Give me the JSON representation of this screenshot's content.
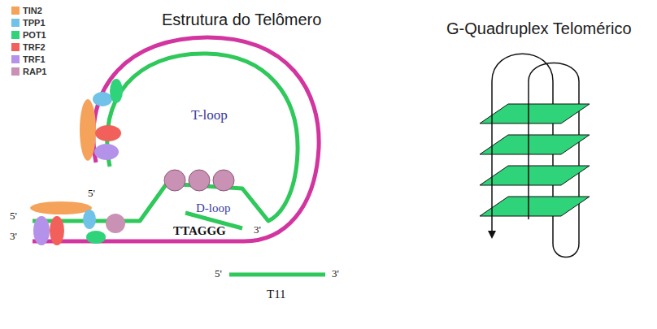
{
  "diagram": {
    "labels": [
      "Estrutura do Telômero",
      "G-Quadruplex Telomérico",
      "T-loop",
      "5'",
      "D-loop",
      "5'",
      "3'",
      "TTAGGG",
      "3'",
      "5'",
      "3'",
      "T11"
    ],
    "legend": [
      {
        "text": "TIN2",
        "color": "#f5a35a"
      },
      {
        "text": "TPP1",
        "color": "#70c2e8"
      },
      {
        "text": "POT1",
        "color": "#2fd37a"
      },
      {
        "text": "TRF2",
        "color": "#f2605c"
      },
      {
        "text": "TRF1",
        "color": "#b592ea"
      },
      {
        "text": "RAP1",
        "color": "#c991b4"
      }
    ]
  }
}
